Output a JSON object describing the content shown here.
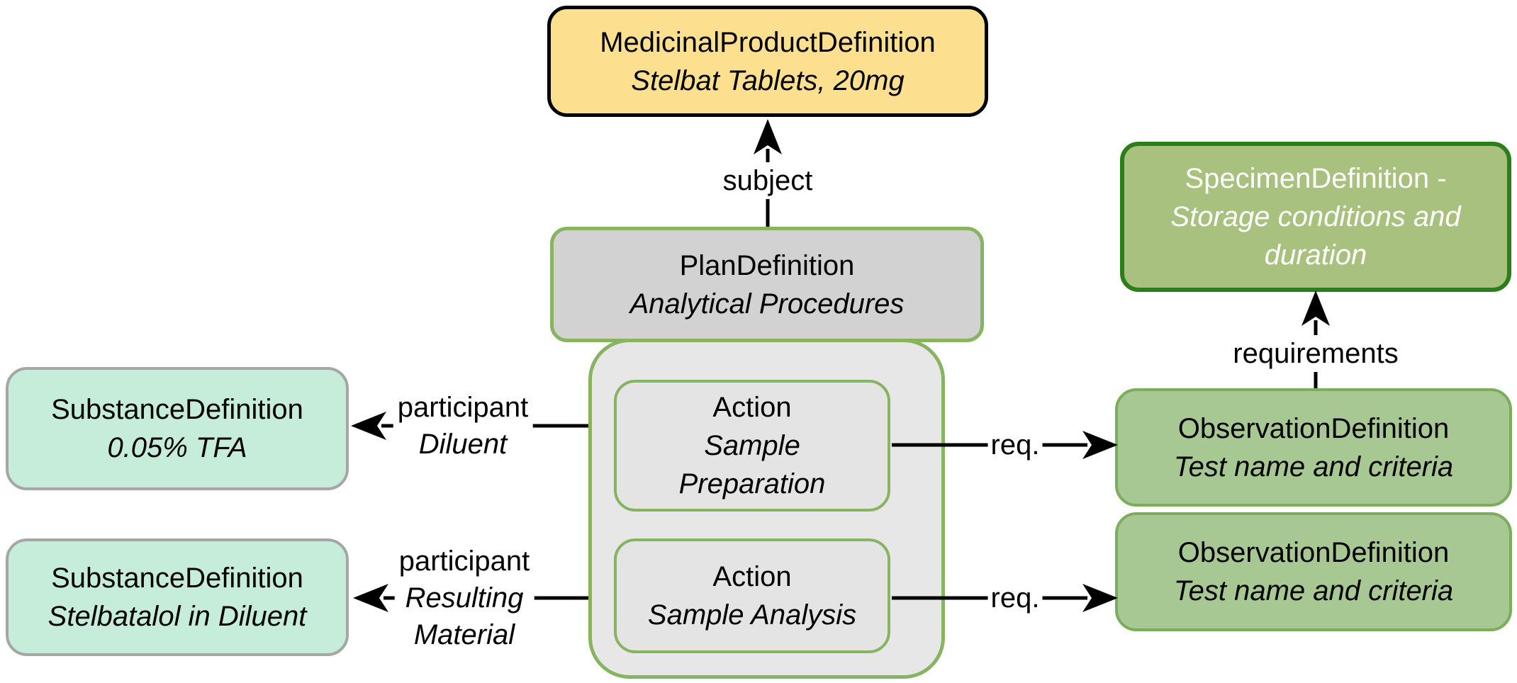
{
  "nodes": {
    "medicinal_product": {
      "title": "MedicinalProductDefinition",
      "subtitle": "Stelbat Tablets, 20mg"
    },
    "plan_definition": {
      "title": "PlanDefinition",
      "subtitle": "Analytical Procedures"
    },
    "actions_container": {
      "role": "grouping of plan actions"
    },
    "action_sample_preparation": {
      "title": "Action",
      "subtitle": "Sample Preparation"
    },
    "action_sample_analysis": {
      "title": "Action",
      "subtitle": "Sample Analysis"
    },
    "substance_diluent": {
      "title": "SubstanceDefinition",
      "subtitle": "0.05% TFA"
    },
    "substance_resulting": {
      "title": "SubstanceDefinition",
      "subtitle": "Stelbatalol in Diluent"
    },
    "specimen_definition": {
      "title": "SpecimenDefinition -",
      "subtitle": "Storage conditions and duration"
    },
    "observation_definition_1": {
      "title": "ObservationDefinition",
      "subtitle": "Test name and criteria"
    },
    "observation_definition_2": {
      "title": "ObservationDefinition",
      "subtitle": "Test name and criteria"
    }
  },
  "edges": {
    "subject": {
      "label": "subject",
      "from": "plan_definition",
      "to": "medicinal_product"
    },
    "participant_diluent": {
      "label": "participant",
      "sublabel": "Diluent",
      "from": "actions_container",
      "to": "substance_diluent"
    },
    "participant_resulting": {
      "label": "participant",
      "sublabel_line1": "Resulting",
      "sublabel_line2": "Material",
      "from": "actions_container",
      "to": "substance_resulting"
    },
    "req_1": {
      "label": "req.",
      "from": "action_sample_preparation",
      "to": "observation_definition_1"
    },
    "req_2": {
      "label": "req.",
      "from": "action_sample_analysis",
      "to": "observation_definition_2"
    },
    "requirements": {
      "label": "requirements",
      "from": "observation_definition_1",
      "to": "specimen_definition"
    }
  },
  "colors": {
    "background": "#FFFFFF",
    "yellow_fill": "#FCE08F",
    "gray_fill": "#D2D2D2",
    "light_gray_fill": "#E7E7E7",
    "mint_fill": "#C5EDDA",
    "mint_border": "#A6A6A6",
    "green_border": "#86B460",
    "dark_green_border": "#2E7D1B",
    "olive_green_fill": "#A8C17E",
    "light_green_fill": "#A7C893",
    "arrow_color": "#000000",
    "text_color": "#000000",
    "specimen_text_color": "#FFFFFF"
  }
}
